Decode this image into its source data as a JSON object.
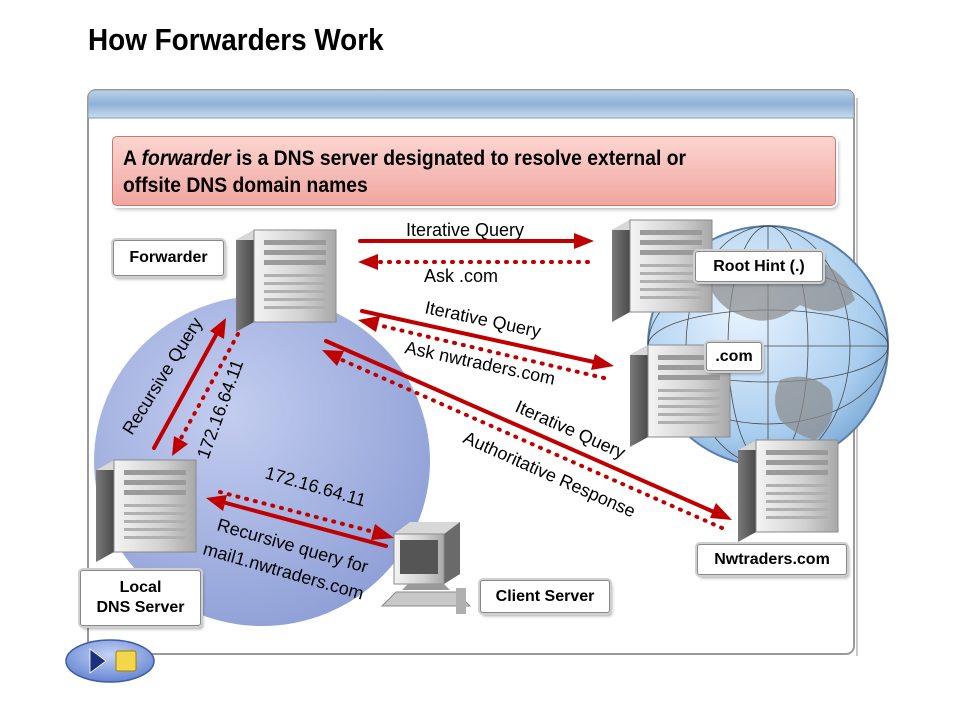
{
  "title": "How Forwarders Work",
  "callout": {
    "prefix": "A ",
    "emphasis": "forwarder",
    "line1_rest": " is a DNS server designated to resolve external or",
    "line2": "offsite DNS domain names"
  },
  "nodes": {
    "forwarder": "Forwarder",
    "root_hint": "Root Hint (.)",
    "dot_com": ".com",
    "nwtraders": "Nwtraders.com",
    "local_dns": "Local\nDNS Server",
    "client": "Client Server"
  },
  "arrows": {
    "iterative_query_root": "Iterative Query",
    "ask_com": "Ask .com",
    "iterative_query_com": "Iterative Query",
    "ask_nwtraders": "Ask nwtraders.com",
    "iterative_query_nwtraders": "Iterative Query",
    "authoritative_response": "Authoritative Response",
    "recursive_query": "Recursive Query",
    "ip_to_local": "172.16.64.11",
    "ip_to_client": "172.16.64.11",
    "recursive_query_for_line1": "Recursive query for",
    "recursive_query_for_line2": "mail1.nwtraders.com"
  },
  "colors": {
    "arrow": "#c00000",
    "callout_fill": "#f6b9b3",
    "bubble": "#a8b8e0",
    "panel_header": "#8fb2d6"
  },
  "icons": [
    "server-icon",
    "globe-icon",
    "computer-icon",
    "play-icon",
    "stop-icon"
  ]
}
